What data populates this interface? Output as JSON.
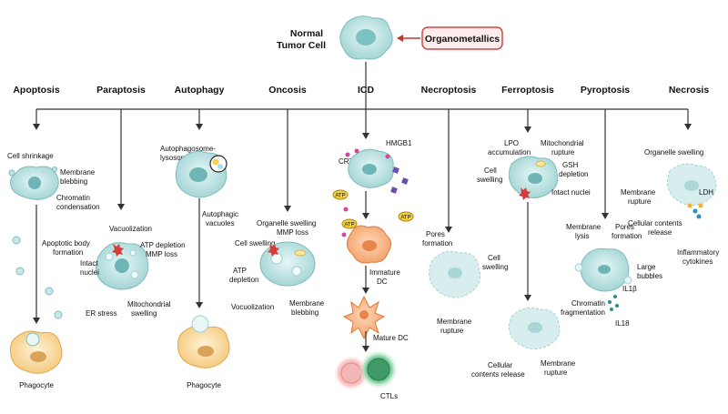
{
  "top": {
    "tumor_cell": [
      "Normal",
      "Tumor Cell"
    ],
    "organometallics": "Organometallics",
    "accent": "#c0392b"
  },
  "headers": {
    "apoptosis": "Apoptosis",
    "paraptosis": "Paraptosis",
    "autophagy": "Autophagy",
    "oncosis": "Oncosis",
    "icd": "ICD",
    "necroptosis": "Necroptosis",
    "ferroptosis": "Ferroptosis",
    "pyroptosis": "Pyroptosis",
    "necrosis": "Necrosis"
  },
  "apoptosis": {
    "cell_shrinkage": "Cell shrinkage",
    "membrane_blebbing": [
      "Membrane",
      "blebbing"
    ],
    "chromatin_condensation": [
      "Chromatin",
      "condensation"
    ],
    "apoptotic_body": [
      "Apoptotic body",
      "formation"
    ],
    "phagocyte": "Phagocyte"
  },
  "paraptosis": {
    "vacuolization": "Vacuolization",
    "atp_mmp": [
      "ATP depletion",
      "MMP loss"
    ],
    "intact_nuclei": [
      "Intact",
      "nuclei"
    ],
    "er_stress": "ER stress",
    "mito_swelling": [
      "Mitochondrial",
      "swelling"
    ]
  },
  "autophagy": {
    "fusion": [
      "Autophagosome-",
      "lysosome fusion"
    ],
    "vacuoles": [
      "Autophagic",
      "vacuoles"
    ],
    "phagocyte": "Phagocyte"
  },
  "oncosis": {
    "organelle_swelling": [
      "Organelle swelling",
      "MMP loss"
    ],
    "cell_swelling": "Cell swelling",
    "atp_depletion": [
      "ATP",
      "depletion"
    ],
    "vocuolization": "Vocuolization",
    "membrane_blebbing": [
      "Membrane",
      "blebbing"
    ]
  },
  "icd": {
    "crt": "CRT",
    "hmgb1": "HMGB1",
    "atp": "ATP",
    "immature_dc": [
      "Immature",
      "DC"
    ],
    "mature_dc": "Mature DC",
    "ctls": "CTLs"
  },
  "necroptosis": {
    "pores": [
      "Pores",
      "formation"
    ],
    "cell_swelling": [
      "Cell",
      "swelling"
    ],
    "membrane_rupture": [
      "Membrane",
      "rupture"
    ]
  },
  "ferroptosis": {
    "lpo": [
      "LPO",
      "accumulation"
    ],
    "mito_rupture": [
      "Mitochondrial",
      "rupture"
    ],
    "cell_swelling": [
      "Cell",
      "swelling"
    ],
    "gsh": [
      "GSH",
      "depletion"
    ],
    "intact_nuclei": "Intact nuclei",
    "cellular_release": [
      "Cellular",
      "contents release"
    ],
    "membrane_rupture": [
      "Membrane",
      "rupture"
    ]
  },
  "pyroptosis": {
    "membrane_lysis": [
      "Membrane",
      "lysis"
    ],
    "pores": [
      "Pores",
      "formation"
    ],
    "large_bubbles": [
      "Large",
      "bubbles"
    ],
    "il1b": "IL1β",
    "chromatin_frag": [
      "Chromatin",
      "fragmentation"
    ],
    "il18": "IL18"
  },
  "necrosis": {
    "organelle_swelling": "Organelle swelling",
    "membrane_rupture": [
      "Membrane",
      "rupture"
    ],
    "ldh": "LDH",
    "cellular_release": [
      "Cellular contents",
      "release"
    ],
    "inflammatory": [
      "Inflammatory",
      "cytokines"
    ]
  }
}
